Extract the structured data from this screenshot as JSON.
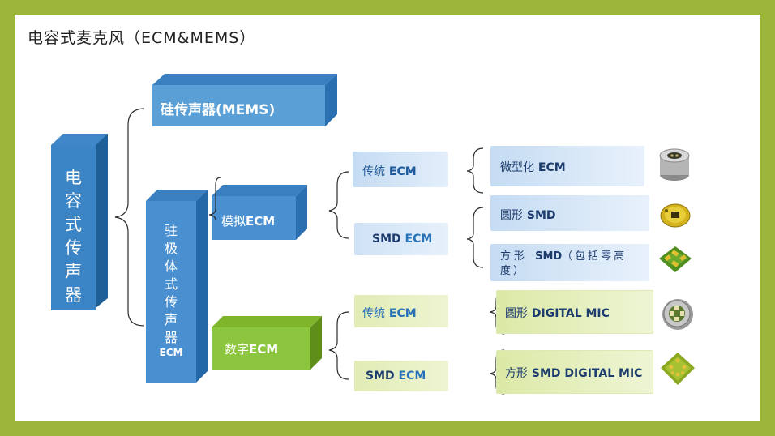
{
  "title": "电容式麦克风（ECM&MEMS）",
  "root": {
    "chars": [
      "电",
      "容",
      "式",
      "传",
      "声",
      "器"
    ]
  },
  "mems": {
    "label": "硅传声器(MEMS)"
  },
  "electret": {
    "chars": [
      "驻",
      "极",
      "体",
      "式",
      "传",
      "声",
      "器"
    ],
    "sub": "ECM"
  },
  "analog": {
    "label_cn": "模拟",
    "label_en": "ECM"
  },
  "digital": {
    "label_cn": "数字",
    "label_en": "ECM"
  },
  "analog_children": {
    "traditional": {
      "cn": "传统",
      "en": "ECM"
    },
    "smd": {
      "en1": "SMD",
      "en2": "ECM"
    }
  },
  "digital_children": {
    "traditional": {
      "cn": "传统",
      "en": "ECM"
    },
    "smd": {
      "en1": "SMD",
      "en2": "ECM"
    }
  },
  "leaves": {
    "mini": {
      "cn": "微型化",
      "en": "ECM"
    },
    "round_smd": {
      "cn": "圆形",
      "en": "SMD"
    },
    "square_smd": {
      "cn": "方形",
      "en": "SMD",
      "cn2": "（包括零高度）"
    },
    "round_digital": {
      "cn": "圆形",
      "en": "DIGITAL MIC"
    },
    "square_digital": {
      "cn": "方形",
      "en": "SMD DIGITAL MIC"
    }
  },
  "icons": [
    "cylinder-mic-icon",
    "round-smd-mic-icon",
    "square-smd-mic-icon",
    "round-digital-mic-icon",
    "square-digital-mic-icon"
  ]
}
